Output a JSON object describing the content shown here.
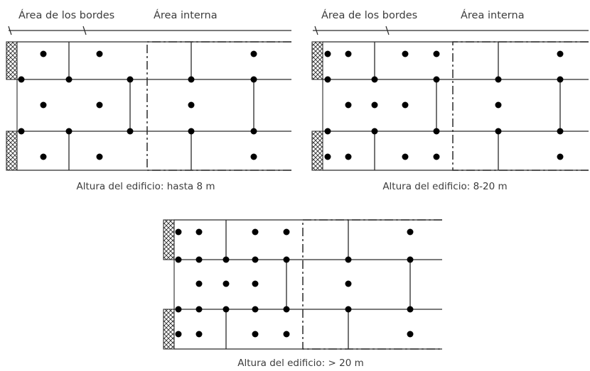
{
  "panels": [
    {
      "id": "p1",
      "header": {
        "border_label": "Área de los bordes",
        "inner_label": "Área interna"
      },
      "caption": "Altura del edificio: hasta 8 m"
    },
    {
      "id": "p2",
      "header": {
        "border_label": "Área de los bordes",
        "inner_label": "Área interna"
      },
      "caption": "Altura del edificio: 8-20 m"
    },
    {
      "id": "p3",
      "caption": "Altura del edificio: > 20 m"
    }
  ],
  "colors": {
    "line": "#2a2a2a",
    "dot": "#000000",
    "text": "#3c3c3c"
  }
}
